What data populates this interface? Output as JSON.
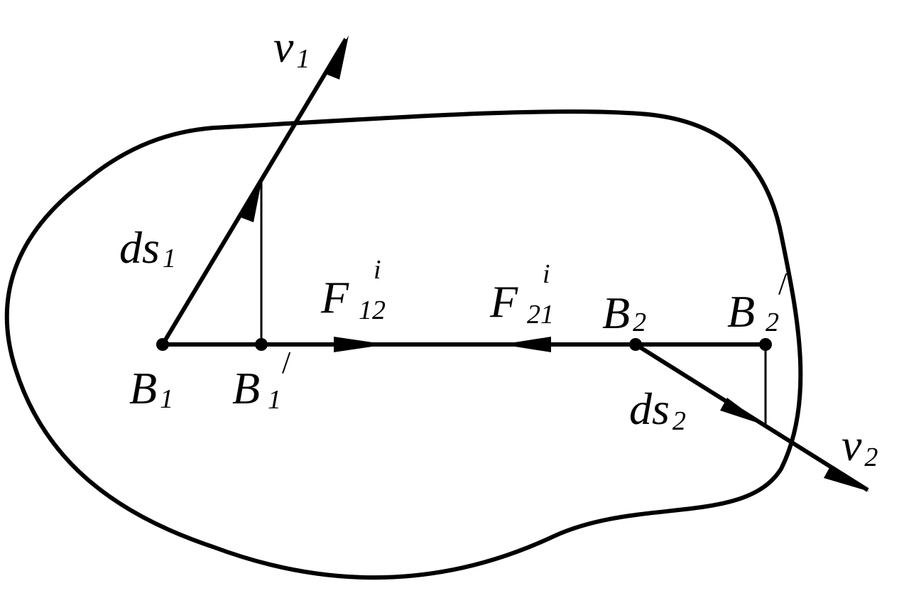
{
  "labels": {
    "v1": {
      "main": "v",
      "sub": "1"
    },
    "v2": {
      "main": "v",
      "sub": "2"
    },
    "ds1": {
      "main": "ds",
      "sub": "1"
    },
    "ds2": {
      "main": "ds",
      "sub": "2"
    },
    "F12": {
      "main": "F",
      "sub": "12",
      "sup": "i"
    },
    "F21": {
      "main": "F",
      "sub": "21",
      "sup": "i"
    },
    "B1": {
      "main": "B",
      "sub": "1"
    },
    "B1p": {
      "main": "B",
      "sub": "1",
      "prime": "/"
    },
    "B2": {
      "main": "B",
      "sub": "2"
    },
    "B2p": {
      "main": "B",
      "sub": "2",
      "prime": "/"
    }
  },
  "colors": {
    "stroke": "#000000",
    "background": "#ffffff"
  }
}
